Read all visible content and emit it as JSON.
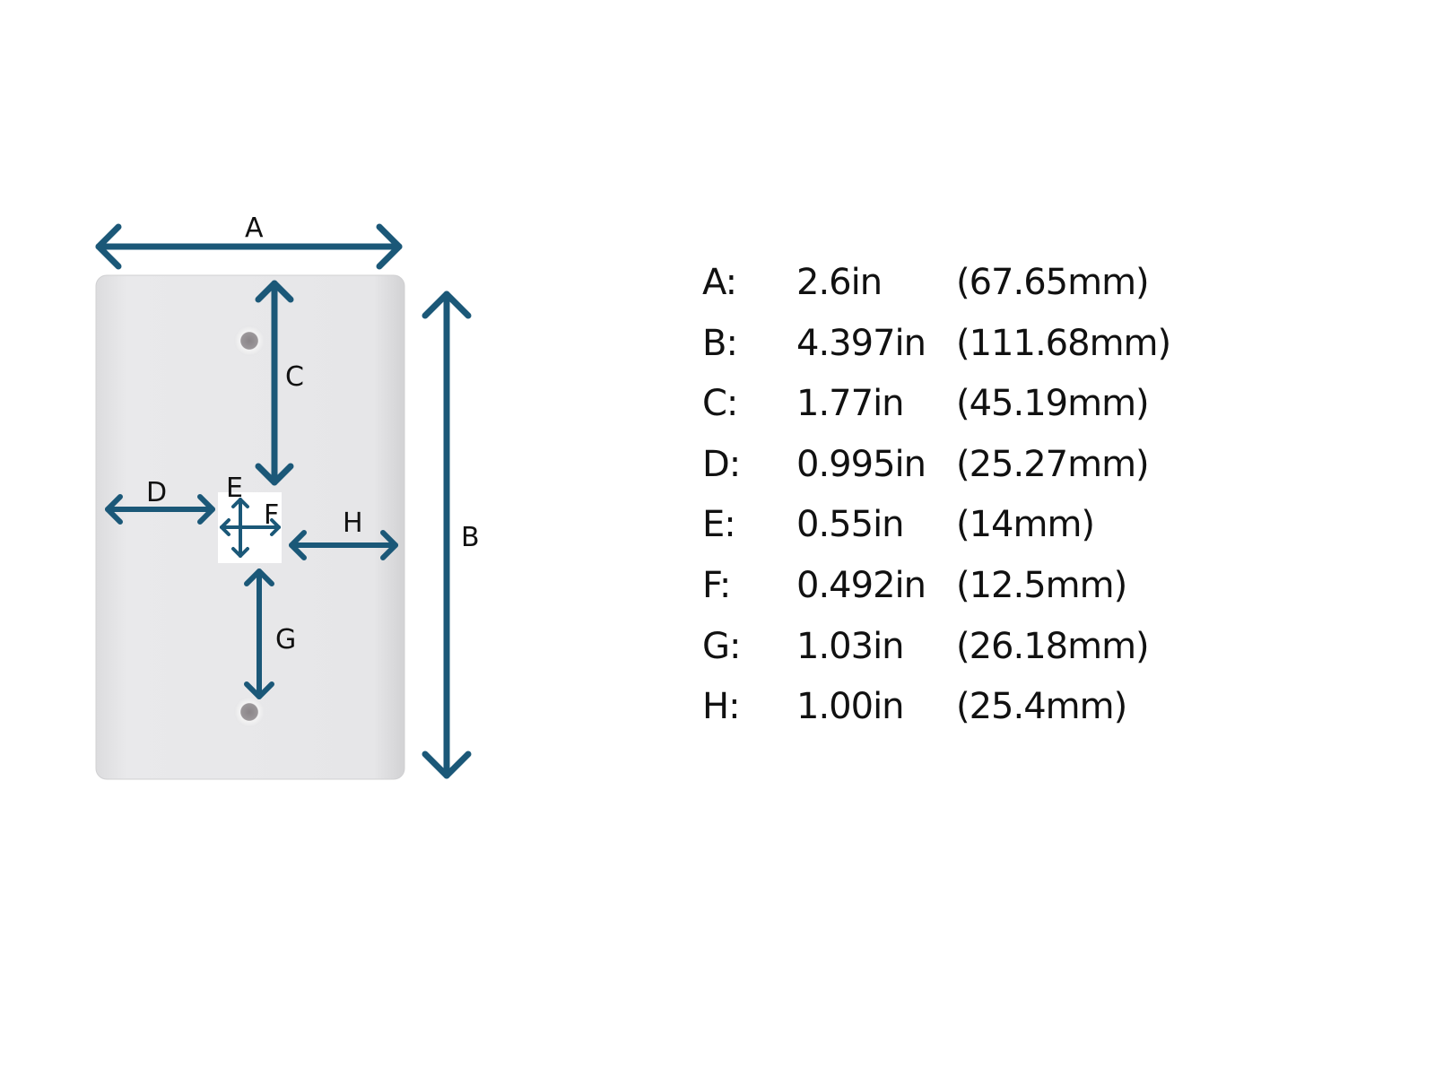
{
  "colors": {
    "arrow": "#1b5878",
    "plate": "#e6e6e8",
    "text": "#111111"
  },
  "diagram_labels": {
    "A": "A",
    "B": "B",
    "C": "C",
    "D": "D",
    "E": "E",
    "F": "F",
    "G": "G",
    "H": "H"
  },
  "dimensions": [
    {
      "key": "A:",
      "inches": "2.6in",
      "mm": "(67.65mm)"
    },
    {
      "key": "B:",
      "inches": "4.397in",
      "mm": "(111.68mm)"
    },
    {
      "key": "C:",
      "inches": "1.77in",
      "mm": "(45.19mm)"
    },
    {
      "key": "D:",
      "inches": "0.995in",
      "mm": "(25.27mm)"
    },
    {
      "key": "E:",
      "inches": "0.55in",
      "mm": "(14mm)"
    },
    {
      "key": "F:",
      "inches": "0.492in",
      "mm": "(12.5mm)"
    },
    {
      "key": "G:",
      "inches": "1.03in",
      "mm": "(26.18mm)"
    },
    {
      "key": "H:",
      "inches": "1.00in",
      "mm": "(25.4mm)"
    }
  ]
}
